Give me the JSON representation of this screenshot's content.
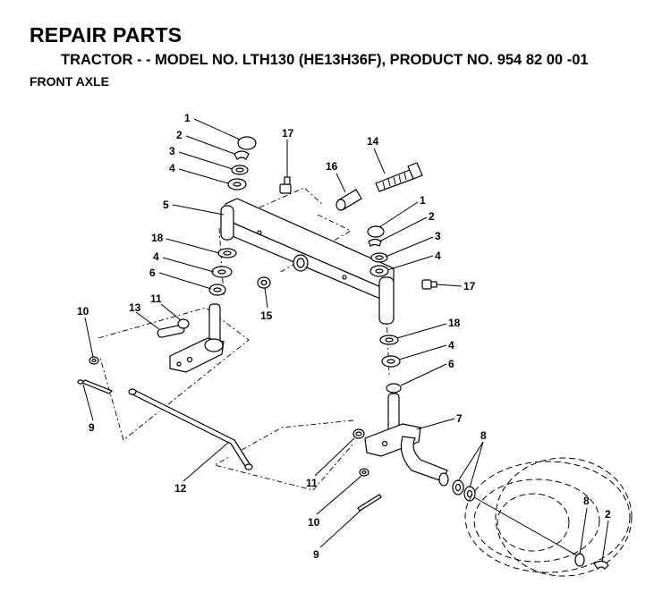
{
  "header": {
    "title": "REPAIR PARTS",
    "subtitle": "TRACTOR - - MODEL NO. LTH130 (HE13H36F),  PRODUCT NO. 954 82 00 -01",
    "section": "FRONT AXLE"
  },
  "callouts": [
    {
      "id": "c1a",
      "text": "1"
    },
    {
      "id": "c2a",
      "text": "2"
    },
    {
      "id": "c3a",
      "text": "3"
    },
    {
      "id": "c4a",
      "text": "4"
    },
    {
      "id": "c5",
      "text": "5"
    },
    {
      "id": "c18a",
      "text": "18"
    },
    {
      "id": "c4b",
      "text": "4"
    },
    {
      "id": "c6a",
      "text": "6"
    },
    {
      "id": "c17a",
      "text": "17"
    },
    {
      "id": "c16",
      "text": "16"
    },
    {
      "id": "c14",
      "text": "14"
    },
    {
      "id": "c1b",
      "text": "1"
    },
    {
      "id": "c2b",
      "text": "2"
    },
    {
      "id": "c3b",
      "text": "3"
    },
    {
      "id": "c4c",
      "text": "4"
    },
    {
      "id": "c17b",
      "text": "17"
    },
    {
      "id": "c15",
      "text": "15"
    },
    {
      "id": "c10a",
      "text": "10"
    },
    {
      "id": "c13",
      "text": "13"
    },
    {
      "id": "c11a",
      "text": "11"
    },
    {
      "id": "c9a",
      "text": "9"
    },
    {
      "id": "c12",
      "text": "12"
    },
    {
      "id": "c18b",
      "text": "18"
    },
    {
      "id": "c4d",
      "text": "4"
    },
    {
      "id": "c6b",
      "text": "6"
    },
    {
      "id": "c7",
      "text": "7"
    },
    {
      "id": "c8a",
      "text": "8"
    },
    {
      "id": "c11b",
      "text": "11"
    },
    {
      "id": "c10b",
      "text": "10"
    },
    {
      "id": "c9b",
      "text": "9"
    },
    {
      "id": "c8b",
      "text": "8"
    },
    {
      "id": "c2c",
      "text": "2"
    }
  ]
}
